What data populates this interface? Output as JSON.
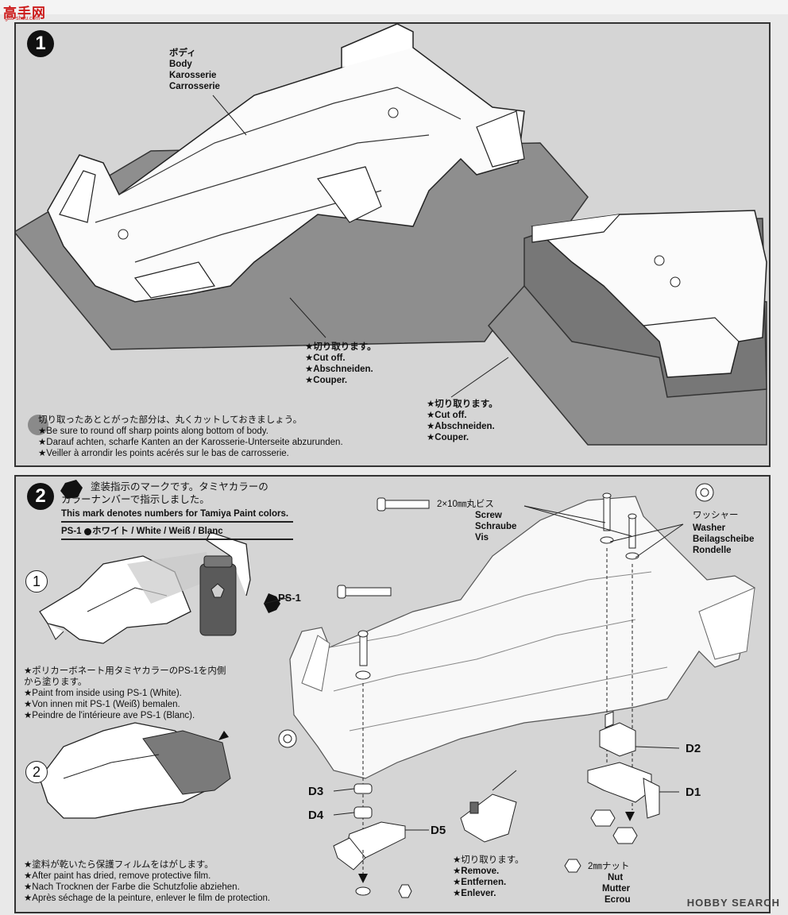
{
  "site": {
    "logo": "高手网",
    "logo_sub": "gao-shou.com"
  },
  "watermark": "HOBBY SEARCH",
  "step1": {
    "number": "1",
    "body_label": [
      "ボディ",
      "Body",
      "Karosserie",
      "Carrosserie"
    ],
    "cut_label_a": [
      "★切り取ります。",
      "★Cut off.",
      "★Abschneiden.",
      "★Couper."
    ],
    "cut_label_b": [
      "★切り取ります。",
      "★Cut off.",
      "★Abschneiden.",
      "★Couper."
    ],
    "notes": [
      "切り取ったあととがった部分は、丸くカットしておきましょう。",
      "★Be sure to round off sharp points along bottom of body.",
      "★Darauf achten, scharfe Kanten an der Karosserie-Unterseite abzurunden.",
      "★Veiller à arrondir les points acérés sur le bas de carrosserie."
    ]
  },
  "step2": {
    "number": "2",
    "paint_note_jp": [
      "塗装指示のマークです。タミヤカラーの",
      "カラーナンバーで指示しました。"
    ],
    "paint_note_en": "This mark denotes numbers for Tamiya Paint colors.",
    "paint_code": "PS-1",
    "paint_color": "ホワイト / White / Weiß / Blanc",
    "sub1": "1",
    "sub1_label": "PS-1",
    "sub1_notes": [
      "★ポリカーボネート用タミヤカラーのPS-1を内側",
      "から塗ります。",
      "★Paint from inside using PS-1 (White).",
      "★Von innen mit PS-1 (Weiß) bemalen.",
      "★Peindre de l'intérieure ave PS-1 (Blanc)."
    ],
    "sub2": "2",
    "sub2_notes": [
      "★塗料が乾いたら保護フィルムをはがします。",
      "★After paint has dried, remove protective film.",
      "★Nach Trocknen der Farbe die Schutzfolie abziehen.",
      "★Après séchage de la peinture, enlever le film de protection."
    ],
    "screw": [
      "2×10㎜丸ビス",
      "Screw",
      "Schraube",
      "Vis"
    ],
    "washer": [
      "ワッシャー",
      "Washer",
      "Beilagscheibe",
      "Rondelle"
    ],
    "nut": [
      "2㎜ナット",
      "Nut",
      "Mutter",
      "Ecrou"
    ],
    "remove": [
      "★切り取ります。",
      "★Remove.",
      "★Entfernen.",
      "★Enlever."
    ],
    "parts": {
      "d1": "D1",
      "d2": "D2",
      "d3": "D3",
      "d4": "D4",
      "d5": "D5"
    }
  }
}
